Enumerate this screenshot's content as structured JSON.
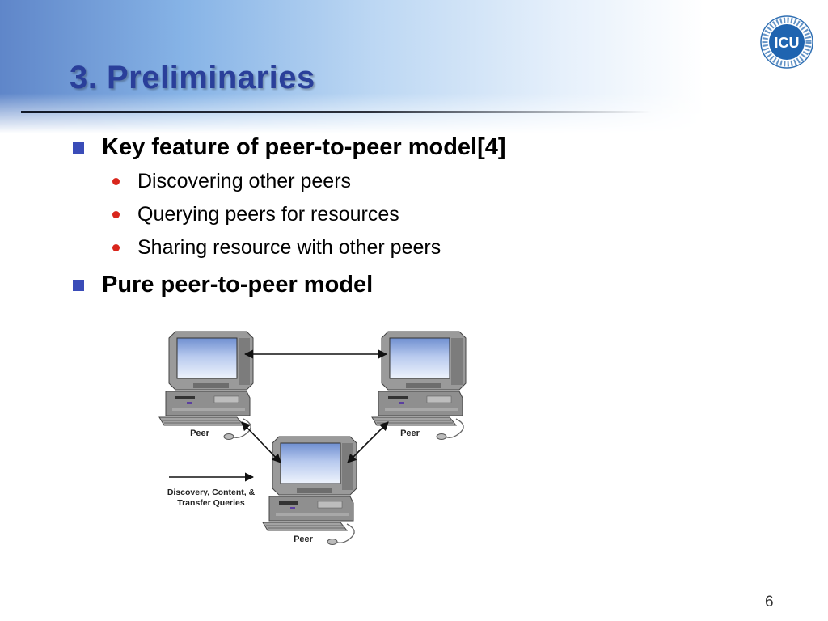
{
  "slide": {
    "title": "3. Preliminaries",
    "logo_text": "ICU",
    "page_number": "6"
  },
  "bullets": [
    {
      "text": "Key feature of peer-to-peer model[4]",
      "subitems": [
        "Discovering other peers",
        "Querying peers for resources",
        "Sharing resource with other peers"
      ]
    },
    {
      "text": "Pure peer-to-peer model",
      "subitems": []
    }
  ],
  "diagram": {
    "nodes": [
      "Peer",
      "Peer",
      "Peer"
    ],
    "legend_line1": "Discovery, Content, &",
    "legend_line2": "Transfer Queries"
  },
  "colors": {
    "title": "#2a3f9a",
    "bullet_square": "#3a4cb8",
    "bullet_dot": "#d9261c"
  }
}
